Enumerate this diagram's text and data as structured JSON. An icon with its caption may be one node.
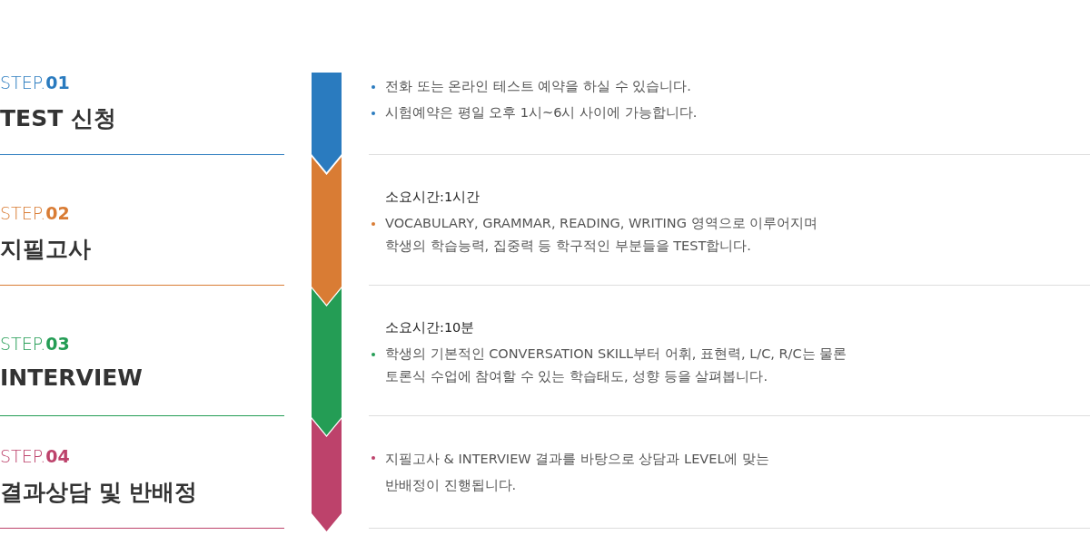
{
  "diagram": {
    "nodes": [
      {
        "text": [
          "STEP.**01**",
          "TEST 신청"
        ]
      },
      {
        "text": [
          "STEP.**02**",
          "지필고사"
        ]
      },
      {
        "text": [
          "STEP.**03**",
          "INTERVIEW"
        ]
      },
      {
        "text": [
          "STEP.**04**",
          "결과상담 및 반배정"
        ]
      },
      {
        "text": [],
        "shape": "arrow"
      },
      {
        "text": [],
        "shape": "chevron"
      },
      {
        "text": [],
        "shape": "chevron"
      },
      {
        "text": [],
        "shape": "chevron"
      }
    ],
    "labels": [
      "전화 또는 온라인 테스트 예약을 하실 수 있습니다.",
      "시험예약은 평일 오후 1시~6시 사이에 가능합니다.",
      "소요시간:1시간",
      "VOCABULARY, GRAMMAR, READING, WRITING 영역으로 이루어지며 학생의 학습능력, 집중력 등 학구적인 부분들을 TEST합니다.",
      "소요시간:10분",
      "학생의 기본적인 CONVERSATION SKILL부터 어휘, 표현력, L/C, R/C는 물론 토론식 수업에 참여할 수 있는 학습태도, 성향 등을 살펴봅니다.",
      "지필고사 & INTERVIEW 결과를 바탕으로 상담과 LEVEL에 맞는 반배정이 진행됩니다."
    ]
  }
}
